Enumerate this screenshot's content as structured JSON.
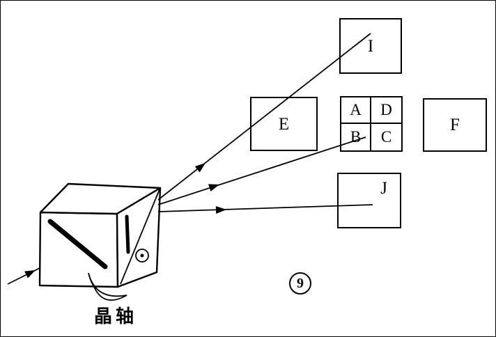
{
  "figure": {
    "caption": "晶轴",
    "number_label": "9"
  },
  "screens": {
    "I": "I",
    "E": "E",
    "F": "F",
    "J": "J",
    "A": "A",
    "B": "B",
    "C": "C",
    "D": "D"
  },
  "colors": {
    "ink": "#000000",
    "background": "#ffffff"
  }
}
